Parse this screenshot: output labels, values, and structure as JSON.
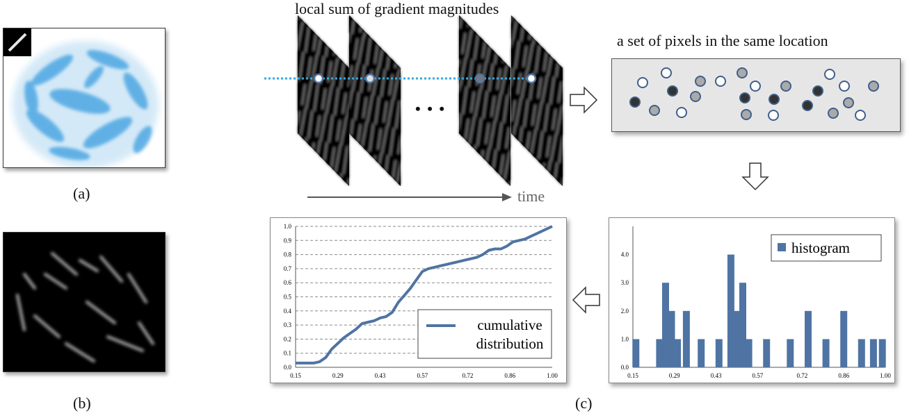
{
  "labels": {
    "a": "(a)",
    "b": "(b)",
    "c": "(c)",
    "top_title": "local sum of gradient magnitudes",
    "time": "time",
    "ellipsis": "• • •",
    "pixel_set_title": "a set of pixels in the same location"
  },
  "colors": {
    "accent_blue": "#4f74a3",
    "dotted_line": "#33aadd",
    "panel_gray": "#e6e6e6",
    "grid": "#888888"
  },
  "icons": {
    "flow_arrow_right": "hollow-arrow-right-icon",
    "flow_arrow_down": "hollow-arrow-down-icon",
    "flow_arrow_left": "hollow-arrow-left-icon"
  },
  "chart_data": [
    {
      "type": "line",
      "legend": "cumulative distribution",
      "legend_lines": [
        "cumulative",
        "distribution"
      ],
      "legend_placement": "bottom-right",
      "grid": true,
      "xlim": [
        0.15,
        1.0
      ],
      "ylim": [
        0.0,
        1.0
      ],
      "xticks": [
        "0.15",
        "0.29",
        "0.43",
        "0.57",
        "0.72",
        "0.86",
        "1.00"
      ],
      "yticks": [
        "0.0",
        "0.1",
        "0.2",
        "0.3",
        "0.4",
        "0.5",
        "0.6",
        "0.7",
        "0.8",
        "0.9",
        "1.0"
      ],
      "x": [
        0.15,
        0.17,
        0.19,
        0.21,
        0.23,
        0.25,
        0.27,
        0.29,
        0.31,
        0.33,
        0.35,
        0.37,
        0.39,
        0.41,
        0.43,
        0.45,
        0.47,
        0.49,
        0.51,
        0.53,
        0.55,
        0.57,
        0.59,
        0.61,
        0.63,
        0.65,
        0.67,
        0.69,
        0.71,
        0.73,
        0.75,
        0.77,
        0.79,
        0.81,
        0.83,
        0.85,
        0.87,
        0.89,
        0.91,
        0.93,
        0.95,
        0.97,
        1.0
      ],
      "y": [
        0.03,
        0.03,
        0.03,
        0.03,
        0.04,
        0.07,
        0.13,
        0.17,
        0.21,
        0.24,
        0.27,
        0.31,
        0.32,
        0.33,
        0.35,
        0.36,
        0.39,
        0.46,
        0.51,
        0.56,
        0.62,
        0.68,
        0.7,
        0.71,
        0.72,
        0.73,
        0.74,
        0.75,
        0.76,
        0.77,
        0.78,
        0.8,
        0.83,
        0.84,
        0.84,
        0.86,
        0.89,
        0.9,
        0.91,
        0.93,
        0.95,
        0.97,
        1.0
      ]
    },
    {
      "type": "bar",
      "legend": "histogram",
      "legend_placement": "top-right",
      "grid": false,
      "xlim": [
        0.15,
        1.0
      ],
      "ylim": [
        0.0,
        5.0
      ],
      "xticks": [
        "0.15",
        "0.29",
        "0.43",
        "0.57",
        "0.72",
        "0.86",
        "1.00"
      ],
      "yticks": [
        "0.0",
        "1.0",
        "2.0",
        "3.0",
        "4.0"
      ],
      "x": [
        0.16,
        0.24,
        0.26,
        0.28,
        0.3,
        0.33,
        0.38,
        0.44,
        0.48,
        0.5,
        0.52,
        0.54,
        0.6,
        0.68,
        0.74,
        0.8,
        0.86,
        0.92,
        0.96,
        0.99
      ],
      "values": [
        1,
        1,
        3,
        2,
        1,
        2,
        1,
        1,
        4,
        2,
        3,
        1,
        1,
        1,
        2,
        1,
        2,
        1,
        1,
        1
      ]
    }
  ]
}
